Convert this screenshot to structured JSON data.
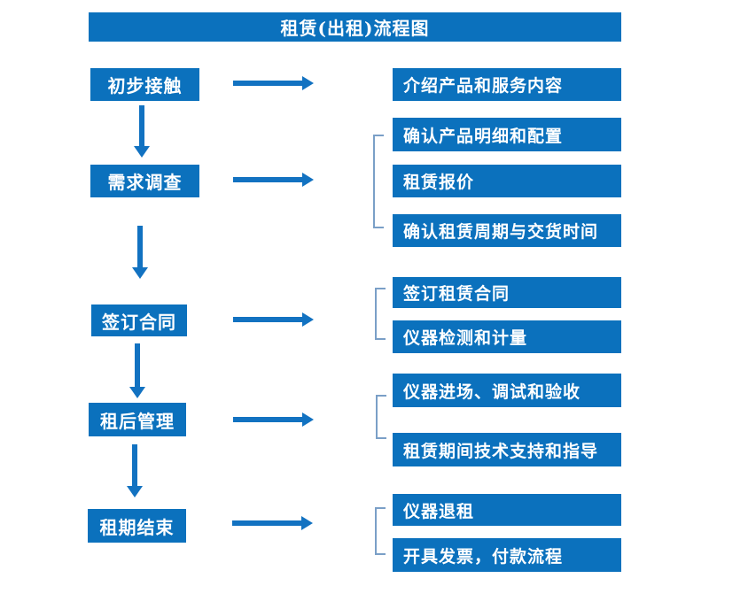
{
  "title": "租赁(出租)流程图",
  "colors": {
    "box_blue": "#0b71bd",
    "arrow_blue": "#1272c1",
    "bracket_blue": "#7a9fc7",
    "text_white": "#ffffff"
  },
  "flow": {
    "steps": [
      {
        "label": "初步接触",
        "outputs": [
          "介绍产品和服务内容"
        ]
      },
      {
        "label": "需求调查",
        "outputs": [
          "确认产品明细和配置",
          "租赁报价",
          "确认租赁周期与交货时间"
        ]
      },
      {
        "label": "签订合同",
        "outputs": [
          "签订租赁合同",
          "仪器检测和计量"
        ]
      },
      {
        "label": "租后管理",
        "outputs": [
          "仪器进场、调试和验收",
          "租赁期间技术支持和指导"
        ]
      },
      {
        "label": "租期结束",
        "outputs": [
          "仪器退租",
          "开具发票，付款流程"
        ]
      }
    ]
  }
}
